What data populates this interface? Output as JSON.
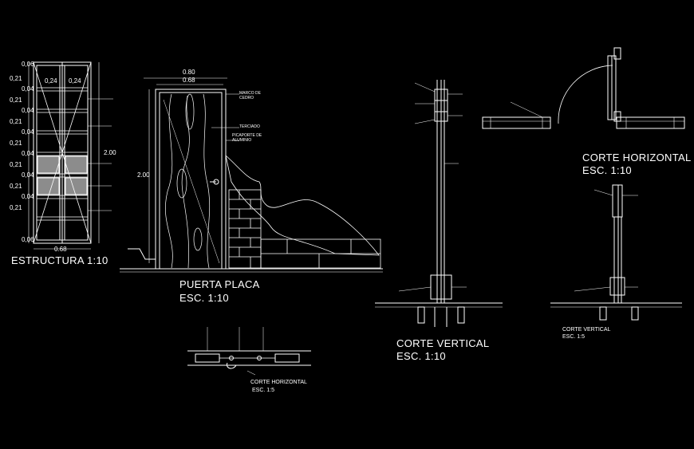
{
  "titles": {
    "estructura": "ESTRUCTURA 1:10",
    "puerta_placa": "PUERTA PLACA",
    "puerta_placa_scale": "ESC. 1:10",
    "corte_vertical": "CORTE VERTICAL",
    "corte_vertical_scale": "ESC. 1:10",
    "corte_horizontal": "CORTE HORIZONTAL",
    "corte_horizontal_scale": "ESC. 1:10",
    "corte_horizontal_small": "CORTE HORIZONTAL",
    "corte_horizontal_small_scale": "ESC. 1:5",
    "corte_vertical_small": "CORTE VERTICAL",
    "corte_vertical_small_scale": "ESC. 1:5"
  },
  "estructura": {
    "left_dims": [
      "0,06",
      "0,21",
      "0,04",
      "0,21",
      "0,04",
      "0,21",
      "0,04",
      "0,21",
      "0,04",
      "0,21",
      "0,04",
      "0,21",
      "0,04",
      "0,21",
      "0,06"
    ],
    "top_dims": [
      "0,24",
      "0,24"
    ],
    "bottom_dim": "0.68",
    "right_dim": "2.00"
  },
  "puerta": {
    "width_outer": "0.80",
    "width_inner": "0.68",
    "height": "2.00",
    "label_marco": "MARCO DE CEDRO",
    "label_terciado": "TERCIADO",
    "label_picaporte": "PICAPORTE DE ALUMINIO"
  }
}
